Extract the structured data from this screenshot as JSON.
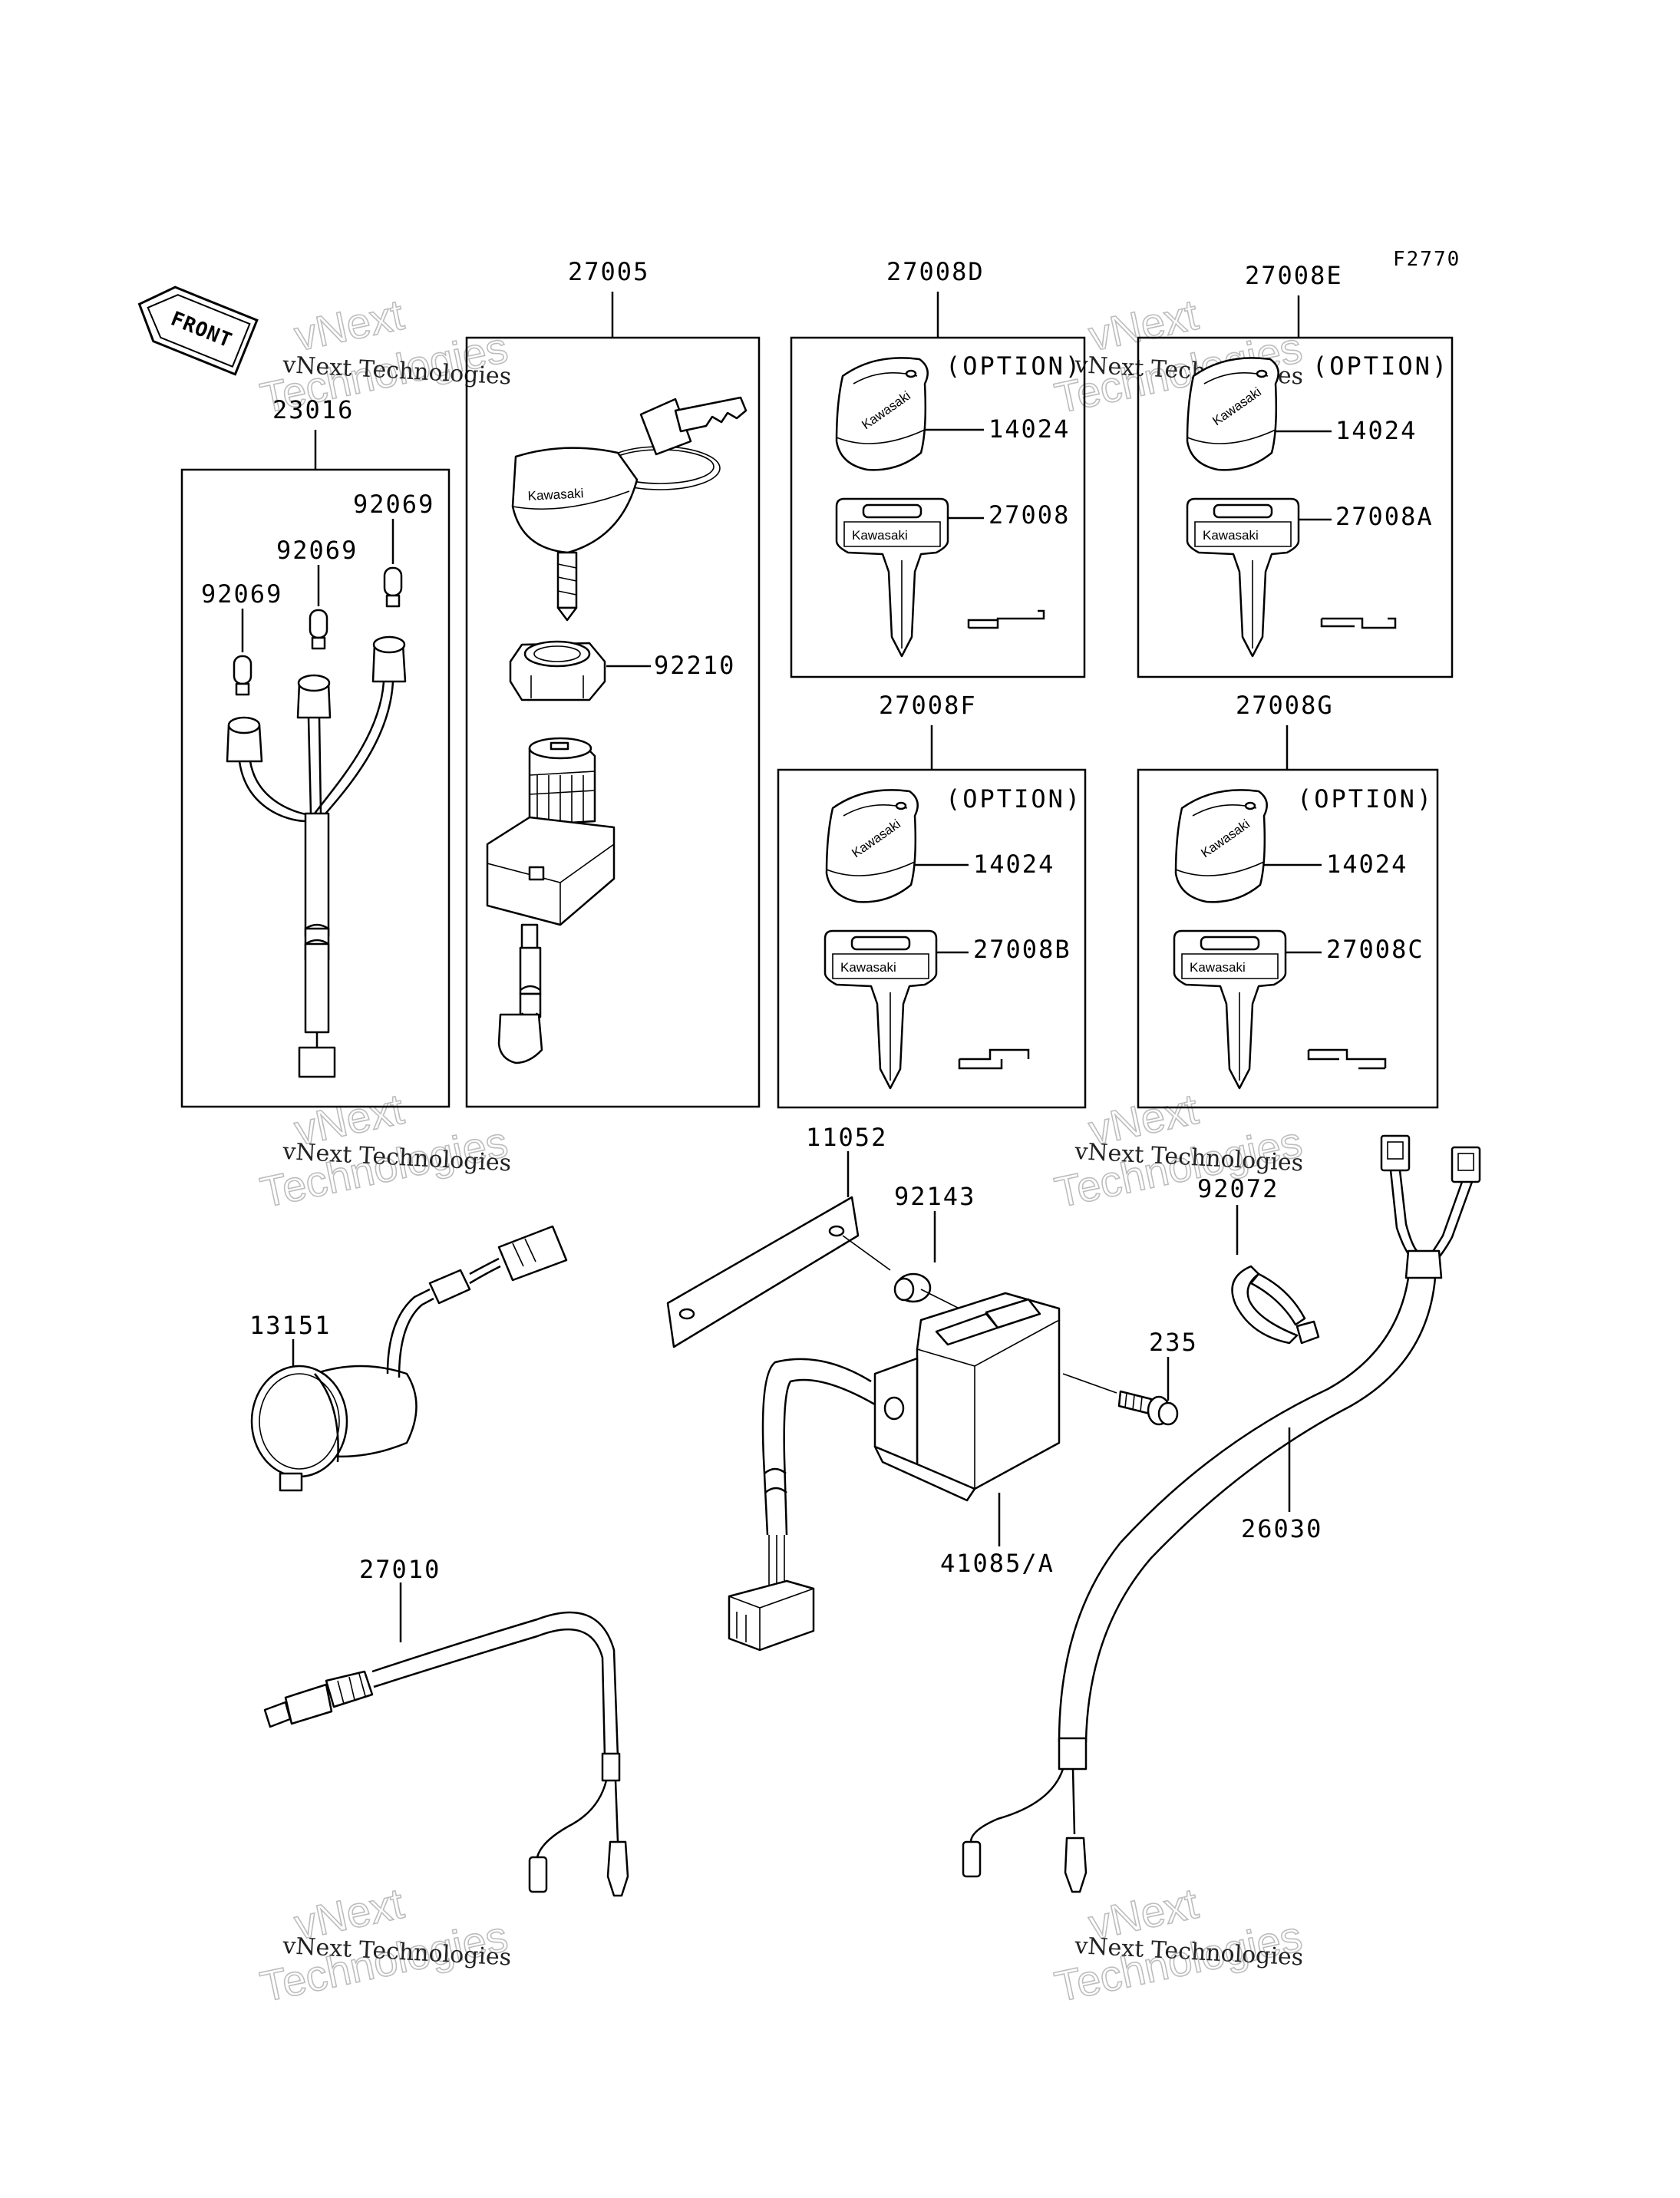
{
  "diagram_code": "F2770",
  "front_label": "FRONT",
  "watermark": {
    "small": "vNext Technologies",
    "line1": "vNext",
    "line2": "Technologies"
  },
  "option_label": "(OPTION)",
  "key_brand": "Kawasaki",
  "parts": {
    "p23016": "23016",
    "p92069": "92069",
    "p27005": "27005",
    "p92210": "92210",
    "p27008D": "27008D",
    "p27008E": "27008E",
    "p27008F": "27008F",
    "p27008G": "27008G",
    "p14024": "14024",
    "p27008": "27008",
    "p27008A": "27008A",
    "p27008B": "27008B",
    "p27008C": "27008C",
    "p11052": "11052",
    "p92143": "92143",
    "p92072": "92072",
    "p13151": "13151",
    "p235": "235",
    "p41085A": "41085/A",
    "p26030": "26030",
    "p27010": "27010"
  }
}
